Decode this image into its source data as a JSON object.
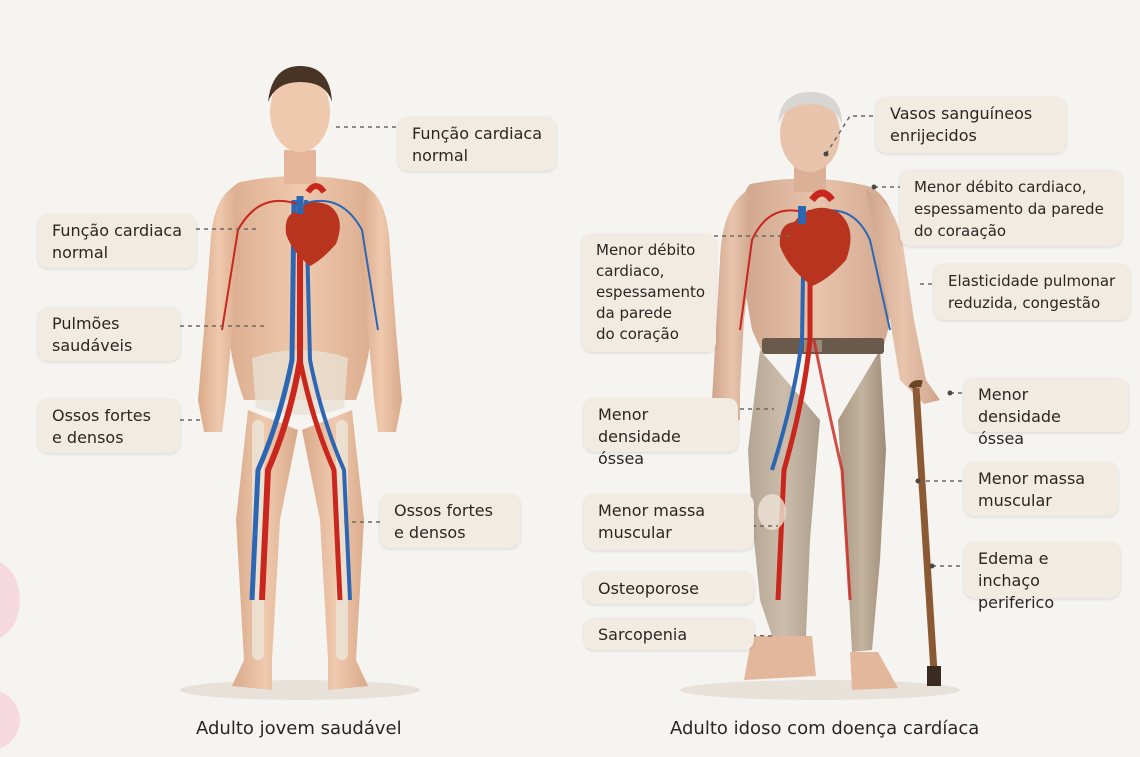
{
  "young": {
    "caption": "Adulto jovem saudável",
    "labels": {
      "heart_right": "Função cardiaca\nnormal",
      "heart_left": "Função cardiaca\nnormal",
      "lungs": "Pulmões\nsaudáveis",
      "bones_left": "Ossos fortes\ne densos",
      "bones_right": "Ossos fortes\ne densos"
    }
  },
  "elderly": {
    "caption": "Adulto idoso com doença cardíaca",
    "labels": {
      "vessels": "Vasos sanguíneos\nenrijecidos",
      "cardiac_right": "Menor débito cardiaco,\nespessamento da parede\ndo coraação",
      "cardiac_left": "Menor débito\ncardiaco,\nespessamento\nda parede\ndo coração",
      "lung": "Elasticidade pulmonar\nreduzida, congestão",
      "density_right": "Menor densidade\nóssea",
      "density_left": "Menor\ndensidade óssea",
      "muscle_right": "Menor massa\nmuscular",
      "muscle_left": "Menor massa\nmuscular",
      "edema": "Edema e inchaço\nperiferico",
      "osteoporosis": "Osteoporose",
      "sarcopenia": "Sarcopenia"
    }
  }
}
